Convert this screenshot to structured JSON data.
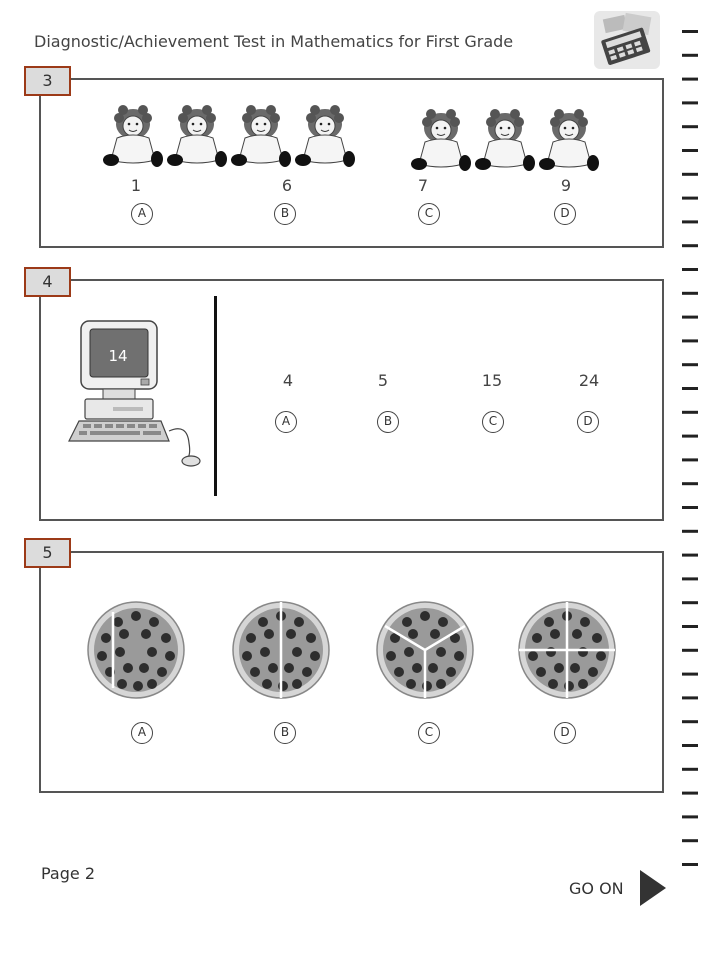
{
  "header": {
    "title": "Diagnostic/Achievement Test in Mathematics for First Grade"
  },
  "questions": [
    {
      "number": "3",
      "options": [
        {
          "value": "1",
          "letter": "A"
        },
        {
          "value": "6",
          "letter": "B"
        },
        {
          "value": "7",
          "letter": "C"
        },
        {
          "value": "9",
          "letter": "D"
        }
      ]
    },
    {
      "number": "4",
      "screen_text": "14",
      "options": [
        {
          "value": "4",
          "letter": "A"
        },
        {
          "value": "5",
          "letter": "B"
        },
        {
          "value": "15",
          "letter": "C"
        },
        {
          "value": "24",
          "letter": "D"
        }
      ]
    },
    {
      "number": "5",
      "options": [
        {
          "letter": "A"
        },
        {
          "letter": "B"
        },
        {
          "letter": "C"
        },
        {
          "letter": "D"
        }
      ]
    }
  ],
  "footer": {
    "page_label": "Page 2",
    "go_on_label": "GO ON"
  },
  "colors": {
    "tab_border": "#9c3a18",
    "tab_fill": "#dcdcdc",
    "panel_border": "#555555"
  }
}
